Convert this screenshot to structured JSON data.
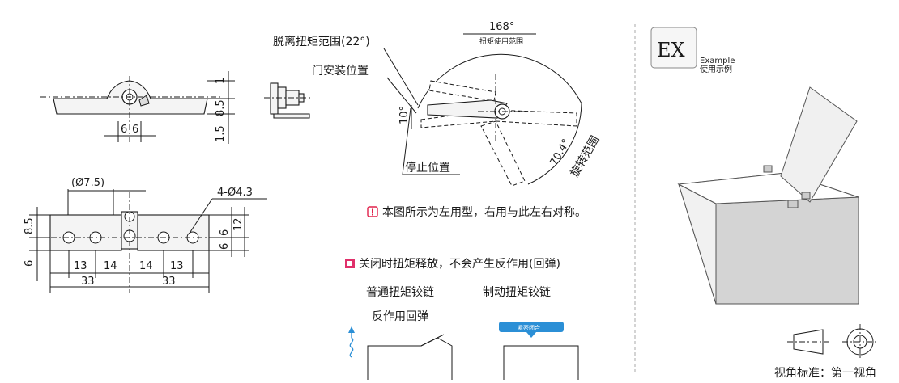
{
  "colors": {
    "ink": "#1a1a1a",
    "accent_red": "#e0204a",
    "accent_blue": "#2b8fd6",
    "pink": "#e0306a"
  },
  "top_view": {
    "dims": [
      "1",
      "8.5",
      "1.5",
      "6",
      "6"
    ]
  },
  "bottom_view": {
    "dims": [
      "(Ø7.5)",
      "4-Ø4.3",
      "8.5",
      "12",
      "6",
      "6",
      "6",
      "13",
      "14",
      "14",
      "13",
      "33",
      "33"
    ]
  },
  "rotation": {
    "disengage_label": "脱离扭矩范围(22°)",
    "door_label": "门安装位置",
    "stop_label": "停止位置",
    "angle_168": "168°",
    "torque_range": "扭矩使用范围",
    "angle_10": "10°",
    "angle_704": "70.4°",
    "swing_range": "旋转范围"
  },
  "notes": {
    "left_type": "本图所示为左用型，右用与此左右对称。",
    "release": "关闭时扭矩释放，不会产生反作用(回弹)",
    "normal": "普通扭矩铰链",
    "braking": "制动扭矩铰链",
    "rebound": "反作用回弹",
    "tight_close": "紧密闭合"
  },
  "example": {
    "badge": "EX",
    "title": "Example",
    "subtitle": "使用示例"
  },
  "projection": {
    "label": "视角标准：第一视角"
  }
}
